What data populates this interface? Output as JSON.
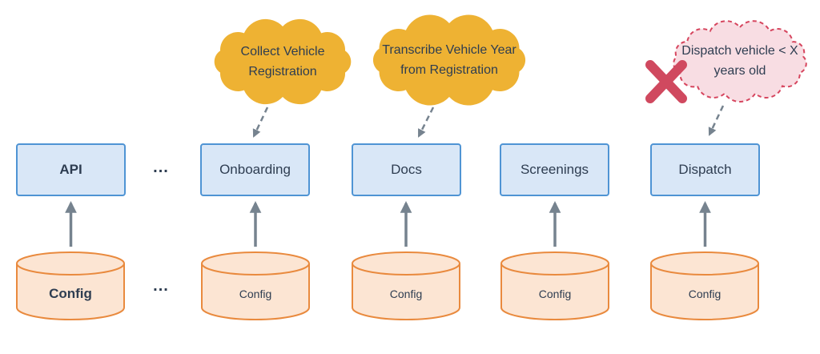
{
  "colors": {
    "cloud-yellow": "#eeb233",
    "cloud-pink-fill": "#f8dde3",
    "cloud-pink-stroke": "#d6455e",
    "x-mark": "#d0495f",
    "box-fill": "#d9e7f7",
    "box-stroke": "#4f94d4",
    "cyl-fill": "#fce5d3",
    "cyl-stroke": "#e98a3e",
    "arrow": "#76838f",
    "text": "#2e3d51"
  },
  "clouds": [
    {
      "name": "collect-vehicle-registration",
      "lines": [
        "Collect Vehicle",
        "Registration"
      ],
      "style": "planned"
    },
    {
      "name": "transcribe-vehicle-year",
      "lines": [
        "Transcribe Vehicle Year",
        "from Registration"
      ],
      "style": "planned"
    },
    {
      "name": "dispatch-vehicle-age",
      "lines": [
        "Dispatch vehicle < X",
        "years old"
      ],
      "style": "rejected"
    }
  ],
  "services": [
    {
      "label": "API",
      "emphasis": true
    },
    {
      "label": "Onboarding",
      "emphasis": false
    },
    {
      "label": "Docs",
      "emphasis": false
    },
    {
      "label": "Screenings",
      "emphasis": false
    },
    {
      "label": "Dispatch",
      "emphasis": false
    }
  ],
  "stores": [
    {
      "label": "Config",
      "emphasis": true
    },
    {
      "label": "Config",
      "emphasis": false
    },
    {
      "label": "Config",
      "emphasis": false
    },
    {
      "label": "Config",
      "emphasis": false
    },
    {
      "label": "Config",
      "emphasis": false
    }
  ],
  "ellipsis": "..."
}
